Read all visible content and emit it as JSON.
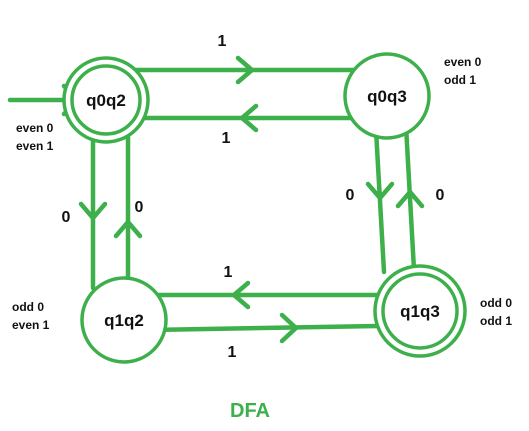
{
  "diagram": {
    "caption": "DFA",
    "color": "#3db04b",
    "states": {
      "q0q2": {
        "name": "q0q2",
        "accepting": true,
        "start": true,
        "annotation": [
          "even 0",
          "even 1"
        ]
      },
      "q0q3": {
        "name": "q0q3",
        "accepting": false,
        "annotation": [
          "even 0",
          "odd 1"
        ]
      },
      "q1q2": {
        "name": "q1q2",
        "accepting": false,
        "annotation": [
          "odd 0",
          "even 1"
        ]
      },
      "q1q3": {
        "name": "q1q3",
        "accepting": true,
        "annotation": [
          "odd 0",
          "odd 1"
        ]
      }
    },
    "transitions": [
      {
        "from": "q0q2",
        "to": "q0q3",
        "symbol": "1"
      },
      {
        "from": "q0q3",
        "to": "q0q2",
        "symbol": "1"
      },
      {
        "from": "q0q2",
        "to": "q1q2",
        "symbol": "0"
      },
      {
        "from": "q1q2",
        "to": "q0q2",
        "symbol": "0"
      },
      {
        "from": "q0q3",
        "to": "q1q3",
        "symbol": "0"
      },
      {
        "from": "q1q3",
        "to": "q0q3",
        "symbol": "0"
      },
      {
        "from": "q1q3",
        "to": "q1q2",
        "symbol": "1"
      },
      {
        "from": "q1q2",
        "to": "q1q3",
        "symbol": "1"
      }
    ]
  }
}
